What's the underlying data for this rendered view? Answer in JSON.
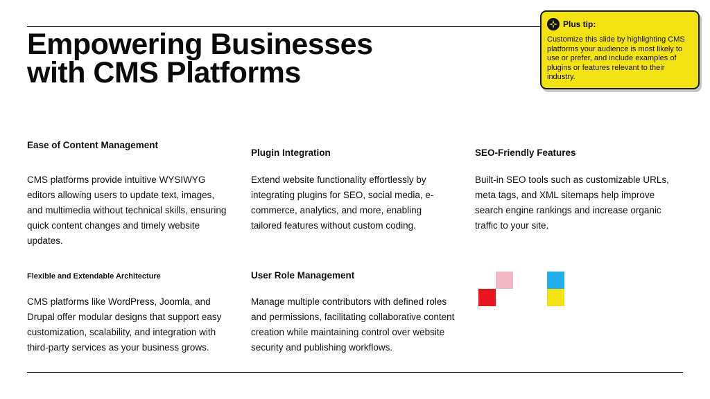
{
  "title_line1": "Empowering Businesses",
  "title_line2": "with CMS Platforms",
  "tip": {
    "label": "Plus tip:",
    "text": "Customize this slide by highlighting CMS platforms your audience is most likely to use or prefer, and include examples of plugins or features relevant to their industry."
  },
  "sections": [
    {
      "heading": "Ease of Content Management",
      "body": "CMS platforms provide intuitive WYSIWYG editors allowing users to update text, images, and multimedia without technical skills, ensuring quick content changes and timely website updates."
    },
    {
      "heading": "Plugin Integration",
      "body": "Extend website functionality effortlessly by integrating plugins for SEO, social media, e-commerce, analytics, and more, enabling tailored features without custom coding."
    },
    {
      "heading": "SEO-Friendly Features",
      "body": "Built-in SEO tools such as customizable URLs, meta tags, and XML sitemaps help improve search engine rankings and increase organic traffic to your site."
    },
    {
      "heading": "Flexible and Extendable Architecture",
      "body": "CMS platforms like WordPress, Joomla, and Drupal offer modular designs that support easy customization, scalability, and integration with third-party services as your business grows."
    },
    {
      "heading": "User Role Management",
      "body": "Manage multiple contributors with defined roles and permissions, facilitating collaborative content creation while maintaining control over website security and publishing workflows."
    }
  ],
  "decor_colors": {
    "pink": "#f2b8c6",
    "red": "#e8141e",
    "blue": "#22b0ec",
    "yellow": "#f3e313"
  }
}
